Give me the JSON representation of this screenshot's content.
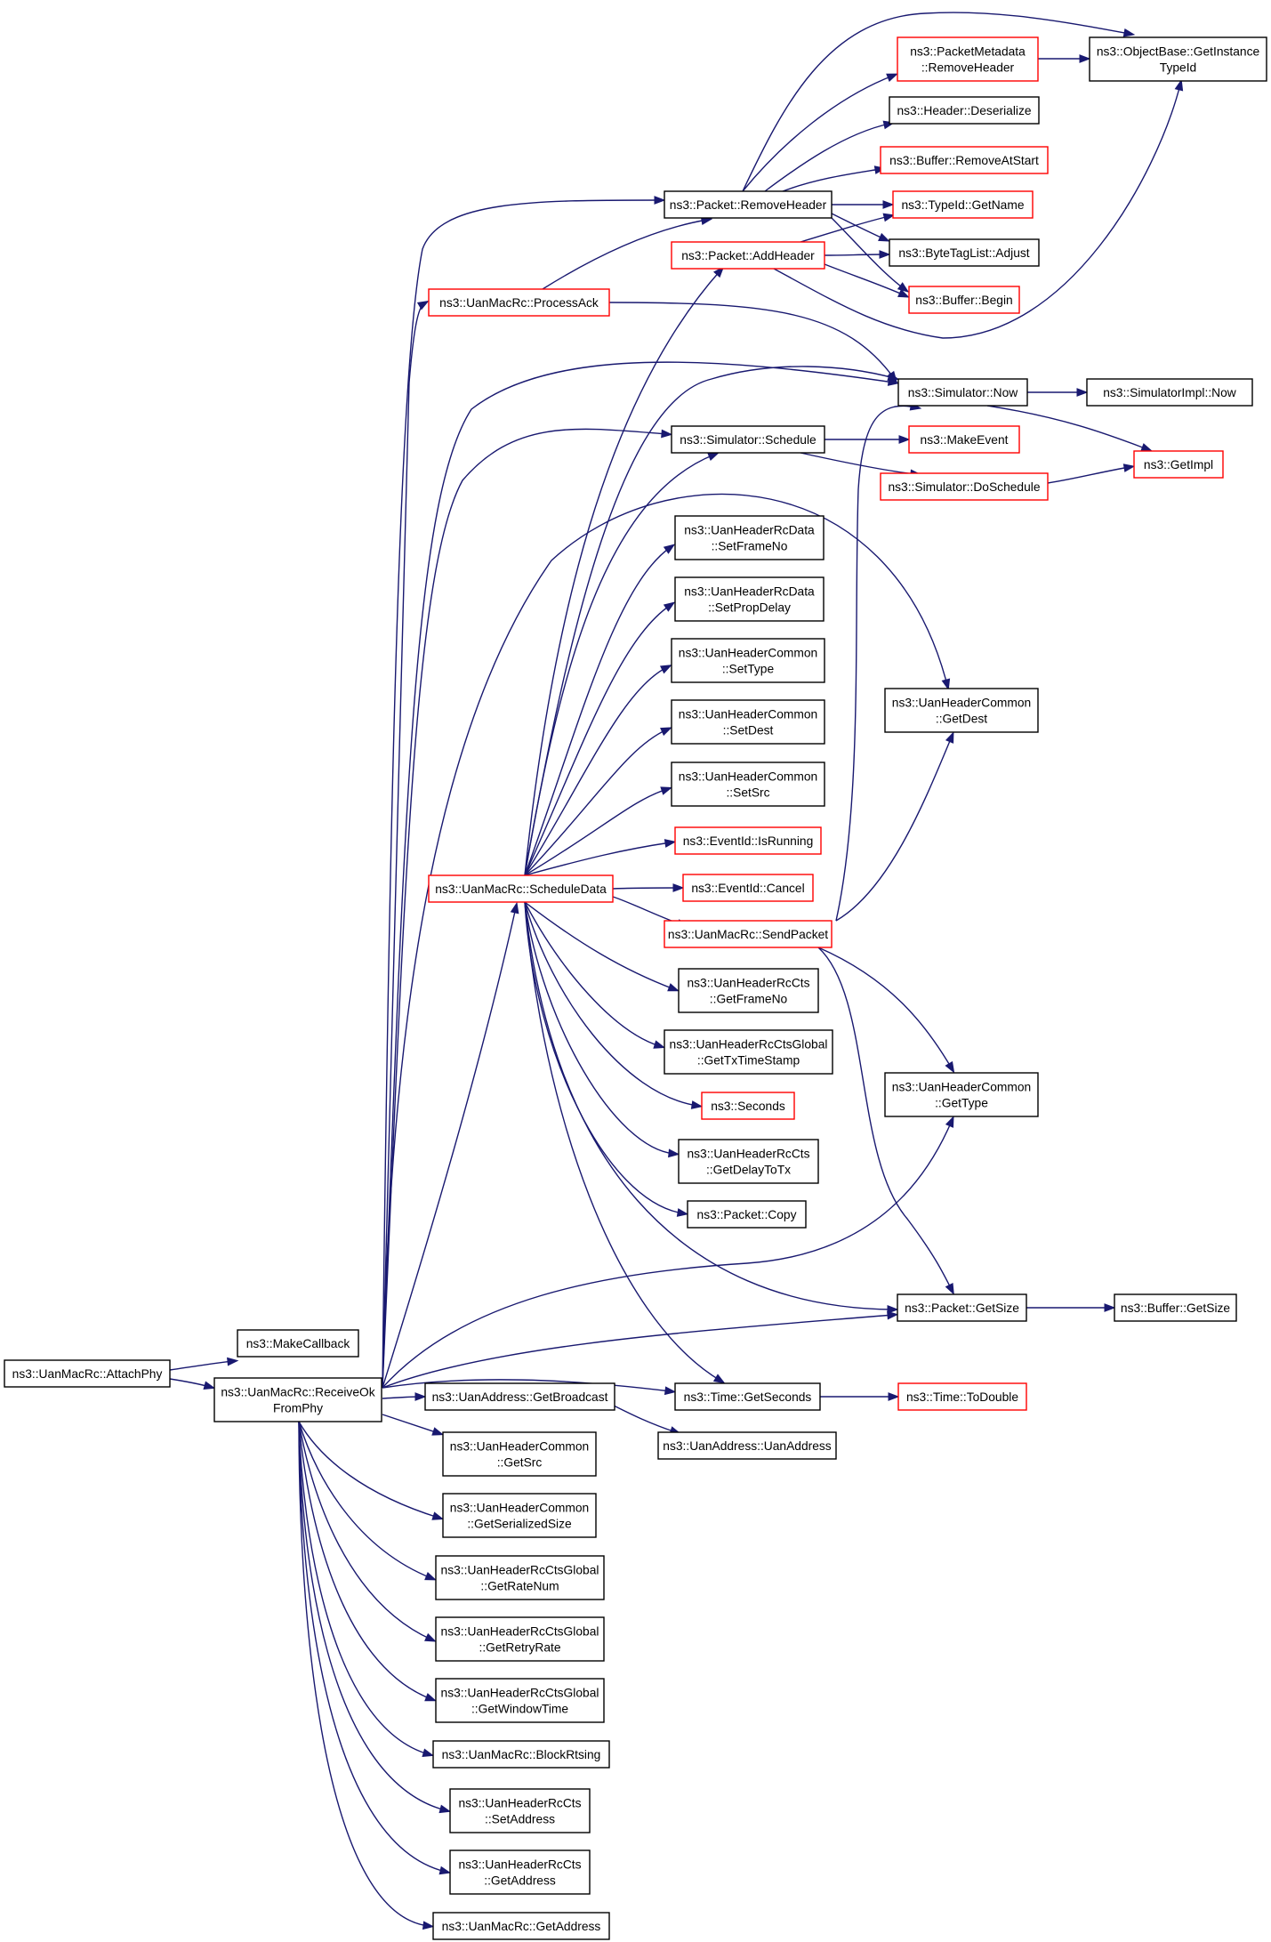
{
  "colors": {
    "edge": "#191970",
    "box_border": "#000000",
    "truncated_border": "#ff0000",
    "root_fill": "#bfbfbf",
    "background": "#ffffff"
  },
  "nodes": [
    {
      "id": "attachphy",
      "lines": [
        "ns3::UanMacRc::AttachPhy"
      ],
      "root": true
    },
    {
      "id": "makecallback",
      "lines": [
        "ns3::MakeCallback"
      ]
    },
    {
      "id": "receiveok",
      "lines": [
        "ns3::UanMacRc::ReceiveOk",
        "FromPhy"
      ]
    },
    {
      "id": "processack",
      "lines": [
        "ns3::UanMacRc::ProcessAck"
      ],
      "truncated": true
    },
    {
      "id": "scheduledata",
      "lines": [
        "ns3::UanMacRc::ScheduleData"
      ],
      "truncated": true
    },
    {
      "id": "pkt_removeheader",
      "lines": [
        "ns3::Packet::RemoveHeader"
      ]
    },
    {
      "id": "pkt_addheader",
      "lines": [
        "ns3::Packet::AddHeader"
      ],
      "truncated": true
    },
    {
      "id": "sim_schedule",
      "lines": [
        "ns3::Simulator::Schedule"
      ]
    },
    {
      "id": "rcdata_setframeno",
      "lines": [
        "ns3::UanHeaderRcData",
        "::SetFrameNo"
      ]
    },
    {
      "id": "rcdata_setpropdelay",
      "lines": [
        "ns3::UanHeaderRcData",
        "::SetPropDelay"
      ]
    },
    {
      "id": "common_settype",
      "lines": [
        "ns3::UanHeaderCommon",
        "::SetType"
      ]
    },
    {
      "id": "common_setdest",
      "lines": [
        "ns3::UanHeaderCommon",
        "::SetDest"
      ]
    },
    {
      "id": "common_setsrc",
      "lines": [
        "ns3::UanHeaderCommon",
        "::SetSrc"
      ]
    },
    {
      "id": "eventid_isrunning",
      "lines": [
        "ns3::EventId::IsRunning"
      ],
      "truncated": true
    },
    {
      "id": "eventid_cancel",
      "lines": [
        "ns3::EventId::Cancel"
      ],
      "truncated": true
    },
    {
      "id": "sendpacket",
      "lines": [
        "ns3::UanMacRc::SendPacket"
      ],
      "truncated": true
    },
    {
      "id": "rccts_getframeno",
      "lines": [
        "ns3::UanHeaderRcCts",
        "::GetFrameNo"
      ]
    },
    {
      "id": "ctsglobal_gettxtimestamp",
      "lines": [
        "ns3::UanHeaderRcCtsGlobal",
        "::GetTxTimeStamp"
      ]
    },
    {
      "id": "seconds",
      "lines": [
        "ns3::Seconds"
      ],
      "truncated": true
    },
    {
      "id": "rccts_getdelaytotx",
      "lines": [
        "ns3::UanHeaderRcCts",
        "::GetDelayToTx"
      ]
    },
    {
      "id": "pkt_copy",
      "lines": [
        "ns3::Packet::Copy"
      ]
    },
    {
      "id": "time_getseconds",
      "lines": [
        "ns3::Time::GetSeconds"
      ]
    },
    {
      "id": "addr_getbroadcast",
      "lines": [
        "ns3::UanAddress::GetBroadcast"
      ]
    },
    {
      "id": "addr_uanaddress",
      "lines": [
        "ns3::UanAddress::UanAddress"
      ]
    },
    {
      "id": "common_getsrc",
      "lines": [
        "ns3::UanHeaderCommon",
        "::GetSrc"
      ]
    },
    {
      "id": "common_getserializedsize",
      "lines": [
        "ns3::UanHeaderCommon",
        "::GetSerializedSize"
      ]
    },
    {
      "id": "ctsglobal_getratenum",
      "lines": [
        "ns3::UanHeaderRcCtsGlobal",
        "::GetRateNum"
      ]
    },
    {
      "id": "ctsglobal_getretryrate",
      "lines": [
        "ns3::UanHeaderRcCtsGlobal",
        "::GetRetryRate"
      ]
    },
    {
      "id": "ctsglobal_getwindowtime",
      "lines": [
        "ns3::UanHeaderRcCtsGlobal",
        "::GetWindowTime"
      ]
    },
    {
      "id": "blockrtsing",
      "lines": [
        "ns3::UanMacRc::BlockRtsing"
      ]
    },
    {
      "id": "rccts_setaddress",
      "lines": [
        "ns3::UanHeaderRcCts",
        "::SetAddress"
      ]
    },
    {
      "id": "rccts_getaddress",
      "lines": [
        "ns3::UanHeaderRcCts",
        "::GetAddress"
      ]
    },
    {
      "id": "macrc_getaddress",
      "lines": [
        "ns3::UanMacRc::GetAddress"
      ]
    },
    {
      "id": "pmeta_removeheader",
      "lines": [
        "ns3::PacketMetadata",
        "::RemoveHeader"
      ],
      "truncated": true
    },
    {
      "id": "objectbase_getinstancetypeid",
      "lines": [
        "ns3::ObjectBase::GetInstance",
        "TypeId"
      ]
    },
    {
      "id": "header_deserialize",
      "lines": [
        "ns3::Header::Deserialize"
      ]
    },
    {
      "id": "buffer_removeatstart",
      "lines": [
        "ns3::Buffer::RemoveAtStart"
      ],
      "truncated": true
    },
    {
      "id": "typeid_getname",
      "lines": [
        "ns3::TypeId::GetName"
      ],
      "truncated": true
    },
    {
      "id": "bytetaglist_adjust",
      "lines": [
        "ns3::ByteTagList::Adjust"
      ]
    },
    {
      "id": "buffer_begin",
      "lines": [
        "ns3::Buffer::Begin"
      ],
      "truncated": true
    },
    {
      "id": "sim_now",
      "lines": [
        "ns3::Simulator::Now"
      ]
    },
    {
      "id": "simimpl_now",
      "lines": [
        "ns3::SimulatorImpl::Now"
      ]
    },
    {
      "id": "makeevent",
      "lines": [
        "ns3::MakeEvent"
      ],
      "truncated": true
    },
    {
      "id": "sim_doschedule",
      "lines": [
        "ns3::Simulator::DoSchedule"
      ],
      "truncated": true
    },
    {
      "id": "getimpl",
      "lines": [
        "ns3::GetImpl"
      ],
      "truncated": true
    },
    {
      "id": "common_getdest",
      "lines": [
        "ns3::UanHeaderCommon",
        "::GetDest"
      ]
    },
    {
      "id": "common_gettype",
      "lines": [
        "ns3::UanHeaderCommon",
        "::GetType"
      ]
    },
    {
      "id": "pkt_getsize",
      "lines": [
        "ns3::Packet::GetSize"
      ]
    },
    {
      "id": "buffer_getsize",
      "lines": [
        "ns3::Buffer::GetSize"
      ]
    },
    {
      "id": "time_todouble",
      "lines": [
        "ns3::Time::ToDouble"
      ],
      "truncated": true
    }
  ],
  "edges": [
    [
      "attachphy",
      "makecallback"
    ],
    [
      "attachphy",
      "receiveok"
    ],
    [
      "receiveok",
      "processack"
    ],
    [
      "receiveok",
      "pkt_removeheader"
    ],
    [
      "receiveok",
      "sim_now"
    ],
    [
      "receiveok",
      "sim_schedule"
    ],
    [
      "receiveok",
      "common_getdest"
    ],
    [
      "receiveok",
      "scheduledata"
    ],
    [
      "receiveok",
      "common_gettype"
    ],
    [
      "receiveok",
      "pkt_getsize"
    ],
    [
      "receiveok",
      "time_getseconds"
    ],
    [
      "receiveok",
      "addr_getbroadcast"
    ],
    [
      "receiveok",
      "common_getsrc"
    ],
    [
      "receiveok",
      "common_getserializedsize"
    ],
    [
      "receiveok",
      "ctsglobal_getratenum"
    ],
    [
      "receiveok",
      "ctsglobal_getretryrate"
    ],
    [
      "receiveok",
      "ctsglobal_getwindowtime"
    ],
    [
      "receiveok",
      "blockrtsing"
    ],
    [
      "receiveok",
      "rccts_setaddress"
    ],
    [
      "receiveok",
      "rccts_getaddress"
    ],
    [
      "receiveok",
      "macrc_getaddress"
    ],
    [
      "processack",
      "pkt_removeheader"
    ],
    [
      "processack",
      "sim_now"
    ],
    [
      "scheduledata",
      "pkt_addheader"
    ],
    [
      "scheduledata",
      "sim_now"
    ],
    [
      "scheduledata",
      "sim_schedule"
    ],
    [
      "scheduledata",
      "rcdata_setframeno"
    ],
    [
      "scheduledata",
      "rcdata_setpropdelay"
    ],
    [
      "scheduledata",
      "common_settype"
    ],
    [
      "scheduledata",
      "common_setdest"
    ],
    [
      "scheduledata",
      "common_setsrc"
    ],
    [
      "scheduledata",
      "eventid_isrunning"
    ],
    [
      "scheduledata",
      "eventid_cancel"
    ],
    [
      "scheduledata",
      "sendpacket"
    ],
    [
      "scheduledata",
      "rccts_getframeno"
    ],
    [
      "scheduledata",
      "ctsglobal_gettxtimestamp"
    ],
    [
      "scheduledata",
      "seconds"
    ],
    [
      "scheduledata",
      "rccts_getdelaytotx"
    ],
    [
      "scheduledata",
      "pkt_copy"
    ],
    [
      "scheduledata",
      "pkt_getsize"
    ],
    [
      "scheduledata",
      "time_getseconds"
    ],
    [
      "pkt_removeheader",
      "pmeta_removeheader"
    ],
    [
      "pkt_removeheader",
      "objectbase_getinstancetypeid"
    ],
    [
      "pkt_removeheader",
      "header_deserialize"
    ],
    [
      "pkt_removeheader",
      "buffer_removeatstart"
    ],
    [
      "pkt_removeheader",
      "typeid_getname"
    ],
    [
      "pkt_removeheader",
      "bytetaglist_adjust"
    ],
    [
      "pkt_removeheader",
      "buffer_begin"
    ],
    [
      "pmeta_removeheader",
      "objectbase_getinstancetypeid"
    ],
    [
      "pkt_addheader",
      "typeid_getname"
    ],
    [
      "pkt_addheader",
      "bytetaglist_adjust"
    ],
    [
      "pkt_addheader",
      "buffer_begin"
    ],
    [
      "pkt_addheader",
      "objectbase_getinstancetypeid"
    ],
    [
      "sim_schedule",
      "makeevent"
    ],
    [
      "sim_schedule",
      "sim_doschedule"
    ],
    [
      "sim_now",
      "simimpl_now"
    ],
    [
      "sim_now",
      "getimpl"
    ],
    [
      "sim_doschedule",
      "getimpl"
    ],
    [
      "sendpacket",
      "sim_now"
    ],
    [
      "sendpacket",
      "common_getdest"
    ],
    [
      "sendpacket",
      "common_gettype"
    ],
    [
      "sendpacket",
      "pkt_getsize"
    ],
    [
      "pkt_getsize",
      "buffer_getsize"
    ],
    [
      "time_getseconds",
      "time_todouble"
    ],
    [
      "addr_getbroadcast",
      "addr_uanaddress"
    ]
  ]
}
